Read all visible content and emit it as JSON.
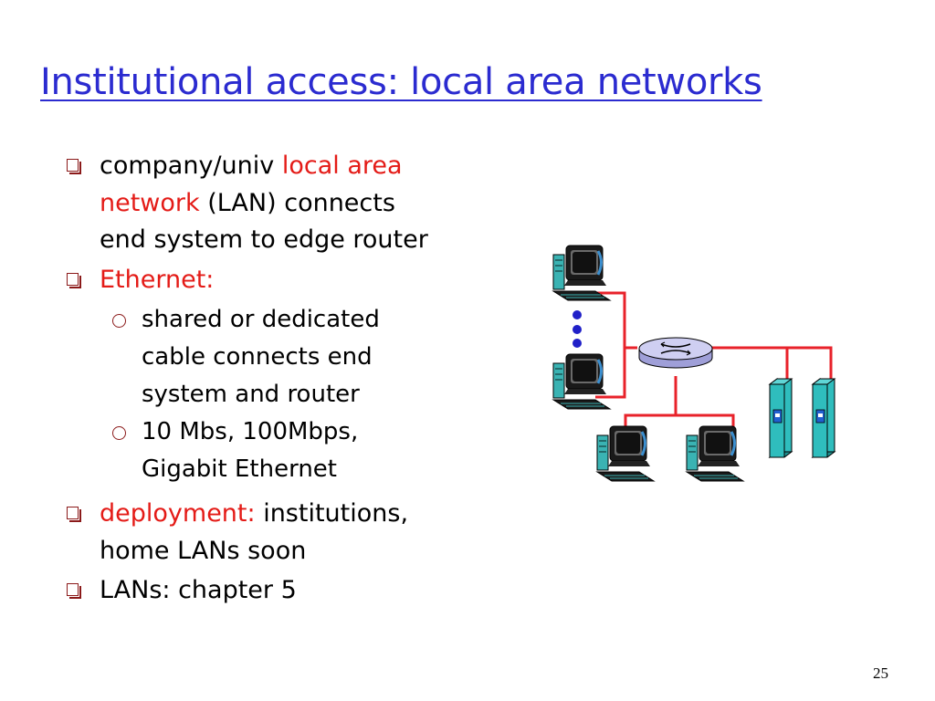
{
  "slide": {
    "title": "Institutional access: local area networks",
    "page_number": "25"
  },
  "bullets": {
    "b1": {
      "t1": "company/univ ",
      "t2": "local area",
      "t3": "network",
      "t4": " (LAN) connects",
      "t5": "end system to edge router"
    },
    "b2": {
      "t1": "Ethernet:"
    },
    "b2a": {
      "t1": "shared or dedicated",
      "t2": "cable connects end",
      "t3": "system and router"
    },
    "b2b": {
      "t1": "10 Mbs, 100Mbps,",
      "t2": "Gigabit Ethernet"
    },
    "b3": {
      "t1": "deployment:",
      "t2": " institutions,",
      "t3": "home LANs soon"
    },
    "b4": {
      "t1": "LANs:  chapter 5"
    }
  },
  "colors": {
    "title": "#2b2bd0",
    "highlight": "#e41b17",
    "bullet_marker": "#8b1a1a",
    "cable": "#e8222a",
    "router": "#cfcff2",
    "server": "#2fbdbd"
  },
  "diagram_icons": [
    "workstation-icon",
    "router-icon",
    "server-icon",
    "ellipsis-dots"
  ]
}
